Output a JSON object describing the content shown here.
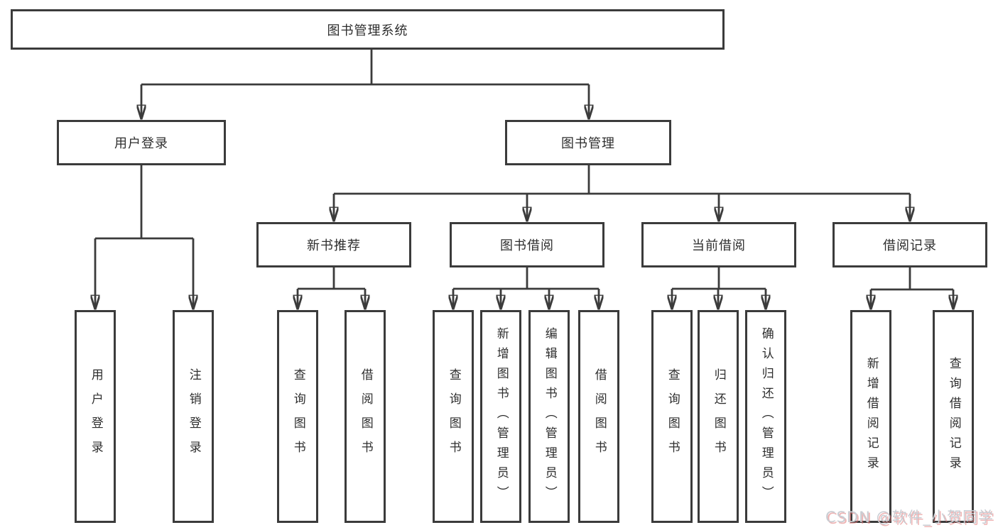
{
  "tree": {
    "label": "图书管理系统",
    "children": [
      {
        "label": "用户登录",
        "children": [
          {
            "label": "用户登录"
          },
          {
            "label": "注销登录"
          }
        ]
      },
      {
        "label": "图书管理",
        "children": [
          {
            "label": "新书推荐",
            "children": [
              {
                "label": "查询图书"
              },
              {
                "label": "借阅图书"
              }
            ]
          },
          {
            "label": "图书借阅",
            "children": [
              {
                "label": "查询图书"
              },
              {
                "label": "新增图书（管理员）"
              },
              {
                "label": "编辑图书（管理员）"
              },
              {
                "label": "借阅图书"
              }
            ]
          },
          {
            "label": "当前借阅",
            "children": [
              {
                "label": "查询图书"
              },
              {
                "label": "归还图书"
              },
              {
                "label": "确认归还（管理员）"
              }
            ]
          },
          {
            "label": "借阅记录",
            "children": [
              {
                "label": "新增借阅记录"
              },
              {
                "label": "查询借阅记录"
              }
            ]
          }
        ]
      }
    ]
  },
  "watermark": {
    "text": "CSDN @软件_小贺同学"
  },
  "colors": {
    "line": "#3b3b3b",
    "box_border": "#3b3b3b",
    "text": "#2e2e2e",
    "background": "#ffffff",
    "watermark_text": "#c9cdd3",
    "watermark_shadow": "#e27676"
  }
}
